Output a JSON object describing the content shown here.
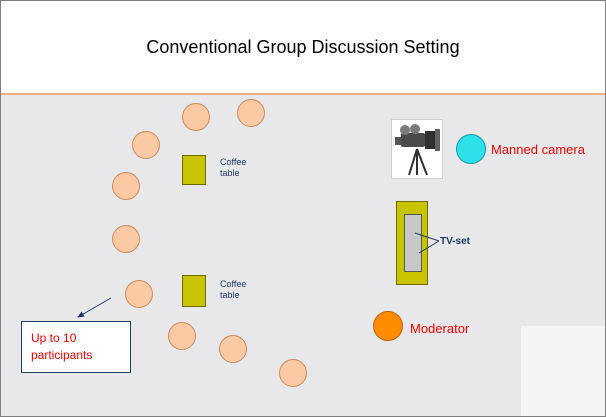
{
  "slide": {
    "title": "Conventional Group Discussion Setting"
  },
  "labels": {
    "coffee_table_1": "Coffee table",
    "coffee_table_2": "Coffee table",
    "tv_set": "TV-set",
    "manned_camera": "Manned camera",
    "moderator": "Moderator",
    "participants": "Up to 10 participants"
  },
  "colors": {
    "seat": "#fbc9a3",
    "table": "#c9c400",
    "moderator": "#ff8c00",
    "camera_operator": "#2ee0ea",
    "label_red": "#e60000"
  },
  "icons": {
    "camera": "video-camera-on-tripod-icon"
  }
}
